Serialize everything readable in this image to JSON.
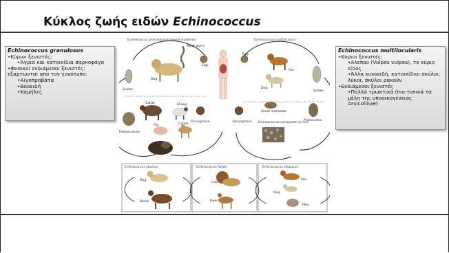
{
  "slide": {
    "title_prefix": "Κύκλος ζωής ειδών ",
    "title_genus": "Echinococcus"
  },
  "left_box": {
    "species": "Echinococcus granulosus",
    "lines": [
      {
        "indent": 0,
        "text": "•Κύριοι ξενιστές:"
      },
      {
        "indent": 1,
        "text": "•Άγρια και κατοικίδια σαρκοφάγα"
      },
      {
        "indent": 0,
        "text": "•Φυσικοί ενδιάμεσοι ξενιστές: εξαρτώνται από τον γονότυπο."
      },
      {
        "indent": 1,
        "text": "•Αιγοπροβάτα"
      },
      {
        "indent": 1,
        "text": "•Βοοειδή"
      },
      {
        "indent": 1,
        "text": "•Καμήλες"
      }
    ]
  },
  "right_box": {
    "species": "Echinococcus multilocularis",
    "lines": [
      {
        "indent": 0,
        "text": "•Κύριοι ξενιστές:"
      },
      {
        "indent": 1,
        "text": "•Αλεπού (Vulpes vulpes), το κύριο είδος"
      },
      {
        "indent": 1,
        "text": "•Άλλα κυνοειδή, κατοικίδιοι σκύλοι, λύκοι, σκύλοι ρακούν"
      },
      {
        "indent": 0,
        "text": "•Ενδιάμεσοι ξενιστές"
      },
      {
        "indent": 1,
        "text": "•Πολλά τρωκτικά (πιο τυπικά τα μέλη της υποοικογένειας Arvicolinae)"
      }
    ]
  },
  "figure": {
    "panel_titles": {
      "granulosus": "Echinococcus granulosus/ortleppi/canadensis",
      "multilocularis": "Echinococcus multilocularis",
      "equinus": "Echinococcus equinus",
      "felidis": "Echinococcus felidis",
      "shiquicus": "Echinococcus shiquicus"
    },
    "labels": {
      "adult_worm": "Adult worm",
      "egg": "Egg",
      "dog": "Dog",
      "scolex": "Scolex",
      "cattle": "Cattle",
      "sheep": "Sheep",
      "pig": "Pig",
      "camel": "Camel",
      "protoscolices": "Protoscolices",
      "oncosphere": "Oncosphere",
      "fox": "Fox",
      "small_mammals": "Small mammals",
      "microcysts": "Echinococcal microcysts in liver",
      "protoscolex": "Protoscolex",
      "horse": "Horse",
      "lion": "Lion",
      "deer": "Deer",
      "pika": "Pika"
    }
  }
}
